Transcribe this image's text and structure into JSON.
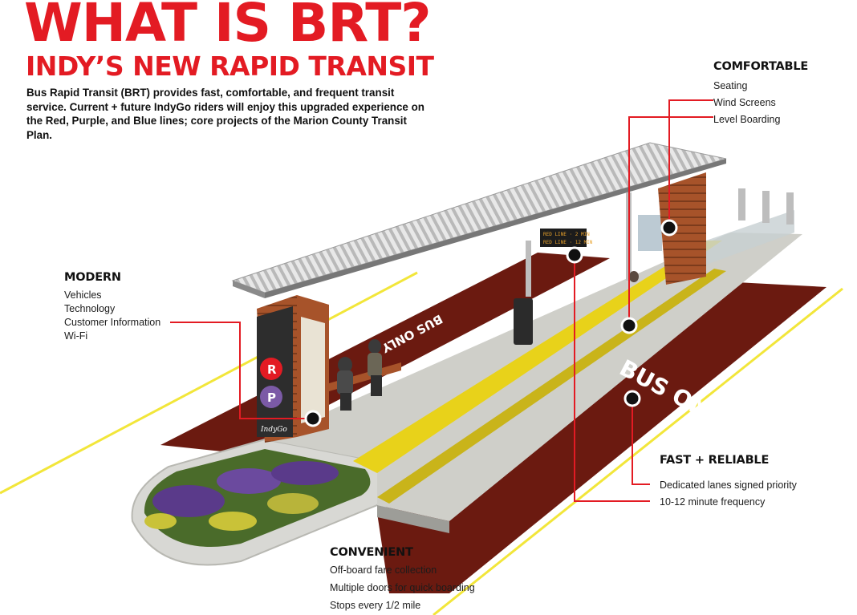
{
  "header": {
    "title": "WHAT IS BRT?",
    "subtitle": "INDY’S NEW RAPID TRANSIT",
    "intro": "Bus Rapid Transit (BRT) provides fast, comfortable, and frequent transit service. Current + future IndyGo riders will enjoy this upgraded experience on the Red, Purple, and Blue lines; core projects of the Marion County Transit Plan."
  },
  "colors": {
    "accent_red": "#e31b23",
    "lane": "#6b1a10",
    "platform": "#cfcfc9",
    "tactile_yellow": "#e8d21a",
    "purple": "#7b5aa6"
  },
  "callouts": {
    "comfortable": {
      "heading": "COMFORTABLE",
      "items": [
        "Seating",
        "Wind Screens",
        "Level Boarding"
      ]
    },
    "modern": {
      "heading": "MODERN",
      "items": [
        "Vehicles",
        "Technology",
        "Customer Information",
        "Wi-Fi"
      ]
    },
    "fast": {
      "heading": "FAST + RELIABLE",
      "items": [
        "Dedicated lanes signed priority",
        "10-12 minute frequency"
      ]
    },
    "convenient": {
      "heading": "CONVENIENT",
      "items": [
        "Off-board fare collection",
        "Multiple doors for quick boarding",
        "Stops every 1/2 mile"
      ]
    }
  },
  "illustration": {
    "lane_marking": "BUS ONLY",
    "sign_lines": [
      "RED LINE · 2 MIN",
      "RED LINE · 12 MIN"
    ],
    "line_badges": [
      "R",
      "P"
    ],
    "brand": "IndyGo"
  }
}
